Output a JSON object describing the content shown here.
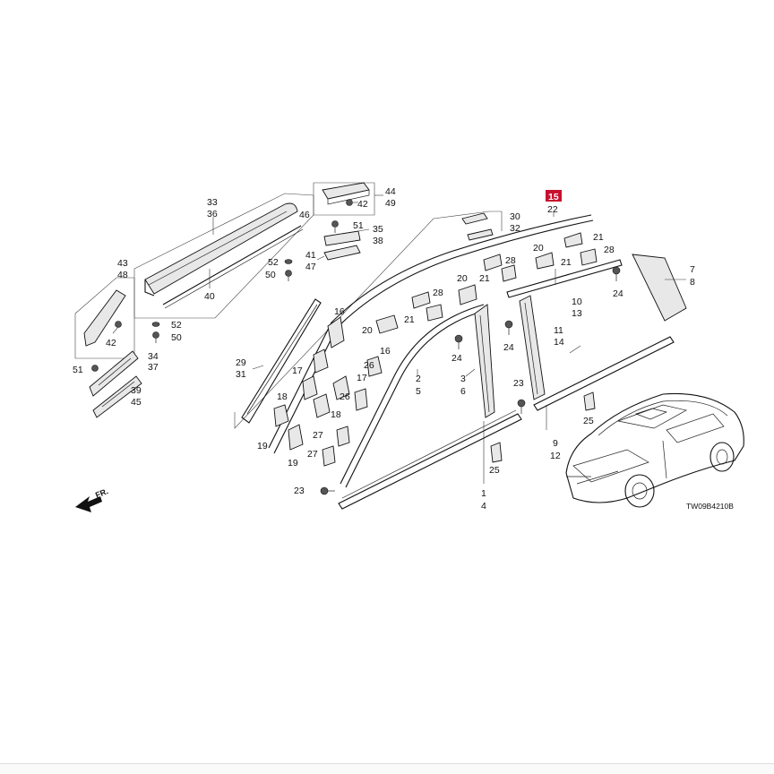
{
  "highlight_label": "15",
  "diagram_code": "TW09B4210B",
  "fr_label": "FR.",
  "callouts": {
    "c33": "33",
    "c36": "36",
    "c46": "46",
    "c40": "40",
    "c44": "44",
    "c49": "49",
    "c42a": "42",
    "c51a": "51",
    "c35": "35",
    "c38": "38",
    "c41": "41",
    "c47": "47",
    "c52a": "52",
    "c50a": "50",
    "c43": "43",
    "c48": "48",
    "c42b": "42",
    "c52b": "52",
    "c50b": "50",
    "c51b": "51",
    "c34": "34",
    "c37": "37",
    "c39": "39",
    "c45": "45",
    "c30": "30",
    "c32": "32",
    "c22": "22",
    "c21a": "21",
    "c28a": "28",
    "c20a": "20",
    "c21b": "21",
    "c28b": "28",
    "c20b": "20",
    "c21c": "21",
    "c28c": "28",
    "c21d": "21",
    "c20c": "20",
    "c16a": "16",
    "c16b": "16",
    "c29": "29",
    "c31": "31",
    "c17a": "17",
    "c17b": "17",
    "c26a": "26",
    "c26b": "26",
    "c18a": "18",
    "c18b": "18",
    "c27a": "27",
    "c27b": "27",
    "c19a": "19",
    "c19b": "19",
    "c2": "2",
    "c5": "5",
    "c3": "3",
    "c6": "6",
    "c24a": "24",
    "c24b": "24",
    "c24c": "24",
    "c10": "10",
    "c13": "13",
    "c11": "11",
    "c14": "14",
    "c7": "7",
    "c8": "8",
    "c23a": "23",
    "c23b": "23",
    "c25a": "25",
    "c25b": "25",
    "c9": "9",
    "c12": "12",
    "c1": "1",
    "c4": "4"
  }
}
